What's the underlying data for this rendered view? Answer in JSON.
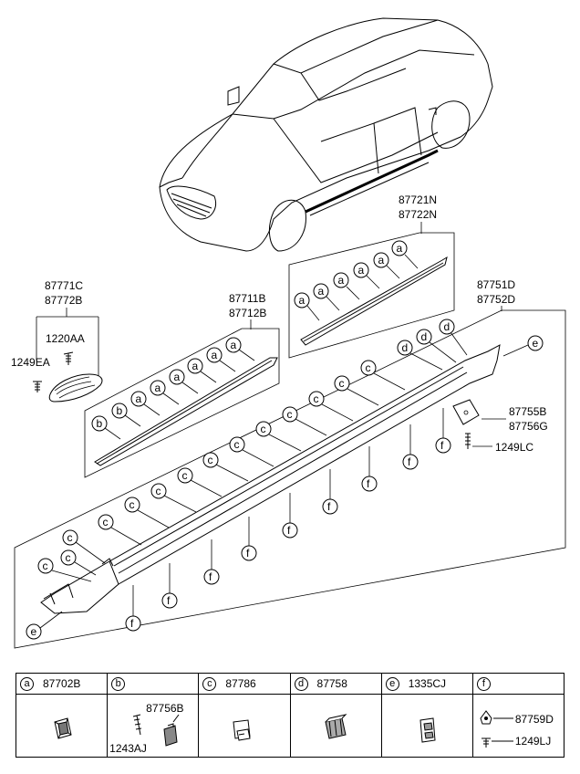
{
  "diagram": {
    "part_labels": {
      "p87721N": "87721N",
      "p87722N": "87722N",
      "p87771C": "87771C",
      "p87772B": "87772B",
      "p1220AA": "1220AA",
      "p1249EA": "1249EA",
      "p87711B": "87711B",
      "p87712B": "87712B",
      "p87751D": "87751D",
      "p87752D": "87752D",
      "p87755B": "87755B",
      "p87756G": "87756G",
      "p1249LC": "1249LC"
    },
    "callout_letters": {
      "a": "a",
      "b": "b",
      "c": "c",
      "d": "d",
      "e": "e",
      "f": "f"
    }
  },
  "legend": {
    "cells": [
      {
        "letter": "a",
        "part": "87702B",
        "icon": "clip-a-icon"
      },
      {
        "letter": "b",
        "part": "",
        "sub_parts": [
          "87756B",
          "1243AJ"
        ],
        "icon": "clip-b-icon"
      },
      {
        "letter": "c",
        "part": "87786",
        "icon": "clip-c-icon"
      },
      {
        "letter": "d",
        "part": "87758",
        "icon": "clip-d-icon"
      },
      {
        "letter": "e",
        "part": "1335CJ",
        "icon": "clip-e-icon"
      },
      {
        "letter": "f",
        "part": "",
        "sub_parts": [
          "87759D",
          "1249LJ"
        ],
        "icon": "clip-f-icon"
      }
    ]
  }
}
